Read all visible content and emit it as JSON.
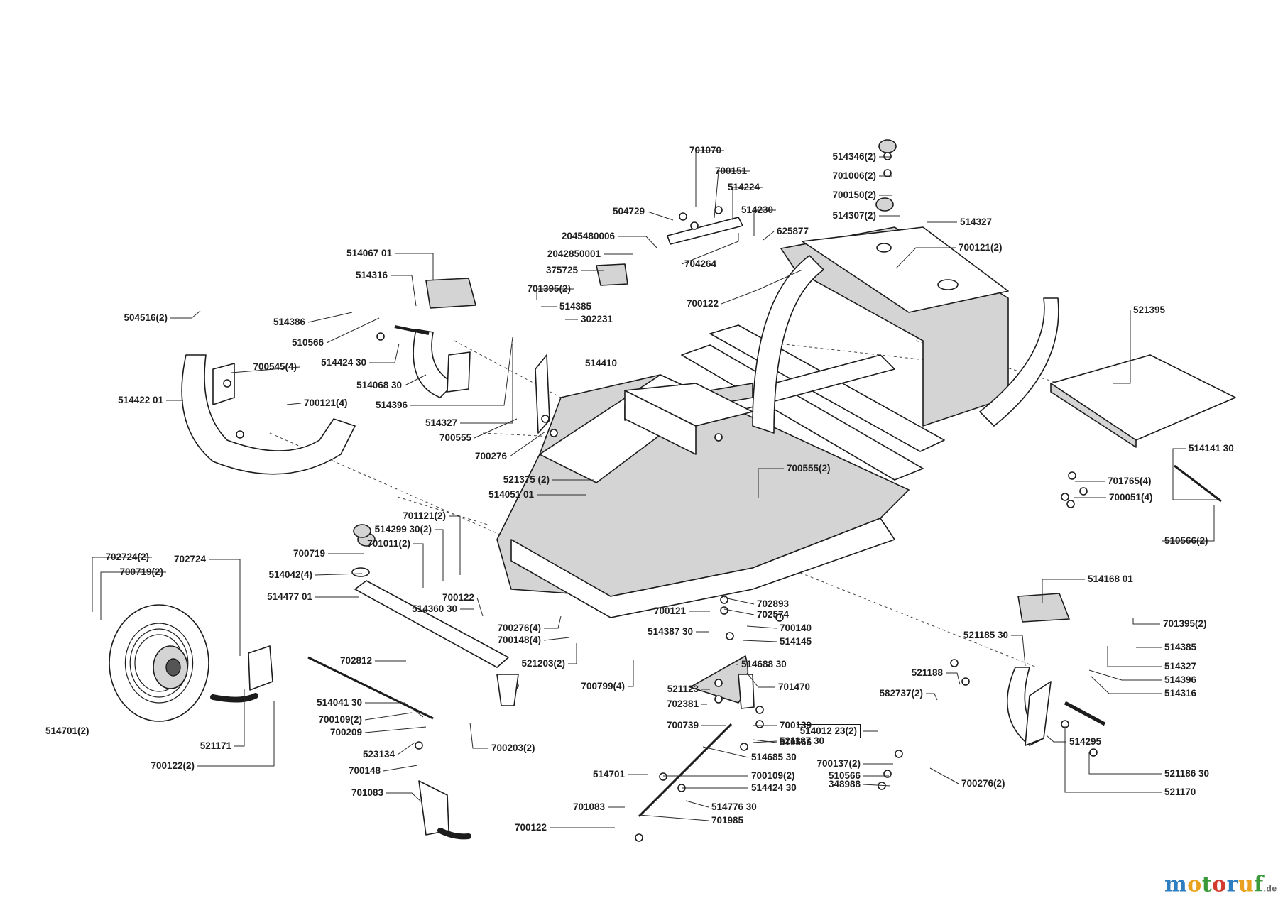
{
  "diagram": {
    "labels": [
      {
        "text": "701070"
      },
      {
        "text": "514346(2)"
      },
      {
        "text": "700151"
      },
      {
        "text": "701006(2)"
      },
      {
        "text": "514224"
      },
      {
        "text": "700150(2)"
      },
      {
        "text": "504729"
      },
      {
        "text": "514230"
      },
      {
        "text": "514307(2)"
      },
      {
        "text": "514327"
      },
      {
        "text": "625877"
      },
      {
        "text": "2045480006"
      },
      {
        "text": "2042850001"
      },
      {
        "text": "704264"
      },
      {
        "text": "700121(2)"
      },
      {
        "text": "375725"
      },
      {
        "text": "514067 01"
      },
      {
        "text": "700122"
      },
      {
        "text": "514316"
      },
      {
        "text": "701395(2)"
      },
      {
        "text": "514385"
      },
      {
        "text": "504516(2)"
      },
      {
        "text": "514386"
      },
      {
        "text": "302231"
      },
      {
        "text": "521395"
      },
      {
        "text": "510566"
      },
      {
        "text": "514424 30"
      },
      {
        "text": "514410"
      },
      {
        "text": "700545(4)"
      },
      {
        "text": "514068 30"
      },
      {
        "text": "700121(4)"
      },
      {
        "text": "514422 01"
      },
      {
        "text": "514396"
      },
      {
        "text": "514327"
      },
      {
        "text": "700555"
      },
      {
        "text": "514141 30"
      },
      {
        "text": "700276"
      },
      {
        "text": "700555(2)"
      },
      {
        "text": "701765(4)"
      },
      {
        "text": "521375 (2)"
      },
      {
        "text": "514051 01"
      },
      {
        "text": "700051(4)"
      },
      {
        "text": "701121(2)"
      },
      {
        "text": "514299 30(2)"
      },
      {
        "text": "510566(2)"
      },
      {
        "text": "700719"
      },
      {
        "text": "701011(2)"
      },
      {
        "text": "702724(2)"
      },
      {
        "text": "702724"
      },
      {
        "text": "700719(2)"
      },
      {
        "text": "514042(4)"
      },
      {
        "text": "514168 01"
      },
      {
        "text": "514477 01"
      },
      {
        "text": "700122"
      },
      {
        "text": "702893"
      },
      {
        "text": "514360 30"
      },
      {
        "text": "702574"
      },
      {
        "text": "700121"
      },
      {
        "text": "701395(2)"
      },
      {
        "text": "700140"
      },
      {
        "text": "700276(4)"
      },
      {
        "text": "514387 30"
      },
      {
        "text": "700148(4)"
      },
      {
        "text": "514145"
      },
      {
        "text": "521185 30"
      },
      {
        "text": "514385"
      },
      {
        "text": "702812"
      },
      {
        "text": "521203(2)"
      },
      {
        "text": "514688 30"
      },
      {
        "text": "514327"
      },
      {
        "text": "521188"
      },
      {
        "text": "514396"
      },
      {
        "text": "700799(4)"
      },
      {
        "text": "701470"
      },
      {
        "text": "521123"
      },
      {
        "text": "514316"
      },
      {
        "text": "582737(2)"
      },
      {
        "text": "702381"
      },
      {
        "text": "514041 30"
      },
      {
        "text": "700739"
      },
      {
        "text": "700139"
      },
      {
        "text": "700109(2)"
      },
      {
        "text": "510566"
      },
      {
        "text": "514012 23(2)"
      },
      {
        "text": "514701(2)"
      },
      {
        "text": "700209"
      },
      {
        "text": "521187 30"
      },
      {
        "text": "514295"
      },
      {
        "text": "521171"
      },
      {
        "text": "523134"
      },
      {
        "text": "700203(2)"
      },
      {
        "text": "514685 30"
      },
      {
        "text": "700137(2)"
      },
      {
        "text": "700122(2)"
      },
      {
        "text": "700148"
      },
      {
        "text": "514701"
      },
      {
        "text": "700109(2)"
      },
      {
        "text": "510566"
      },
      {
        "text": "521186 30"
      },
      {
        "text": "700276(2)"
      },
      {
        "text": "348988"
      },
      {
        "text": "514424 30"
      },
      {
        "text": "521170"
      },
      {
        "text": "701083"
      },
      {
        "text": "701083"
      },
      {
        "text": "514776 30"
      },
      {
        "text": "701985"
      },
      {
        "text": "700122"
      }
    ]
  },
  "watermark": {
    "letters": [
      "m",
      "o",
      "t",
      "o",
      "r",
      "u",
      "f"
    ],
    "letter_colors": [
      "#2d7fc1",
      "#e8a21d",
      "#3a9a3a",
      "#d23b2e",
      "#2d7fc1",
      "#e8a21d",
      "#3a9a3a"
    ],
    "suffix": ".de"
  }
}
